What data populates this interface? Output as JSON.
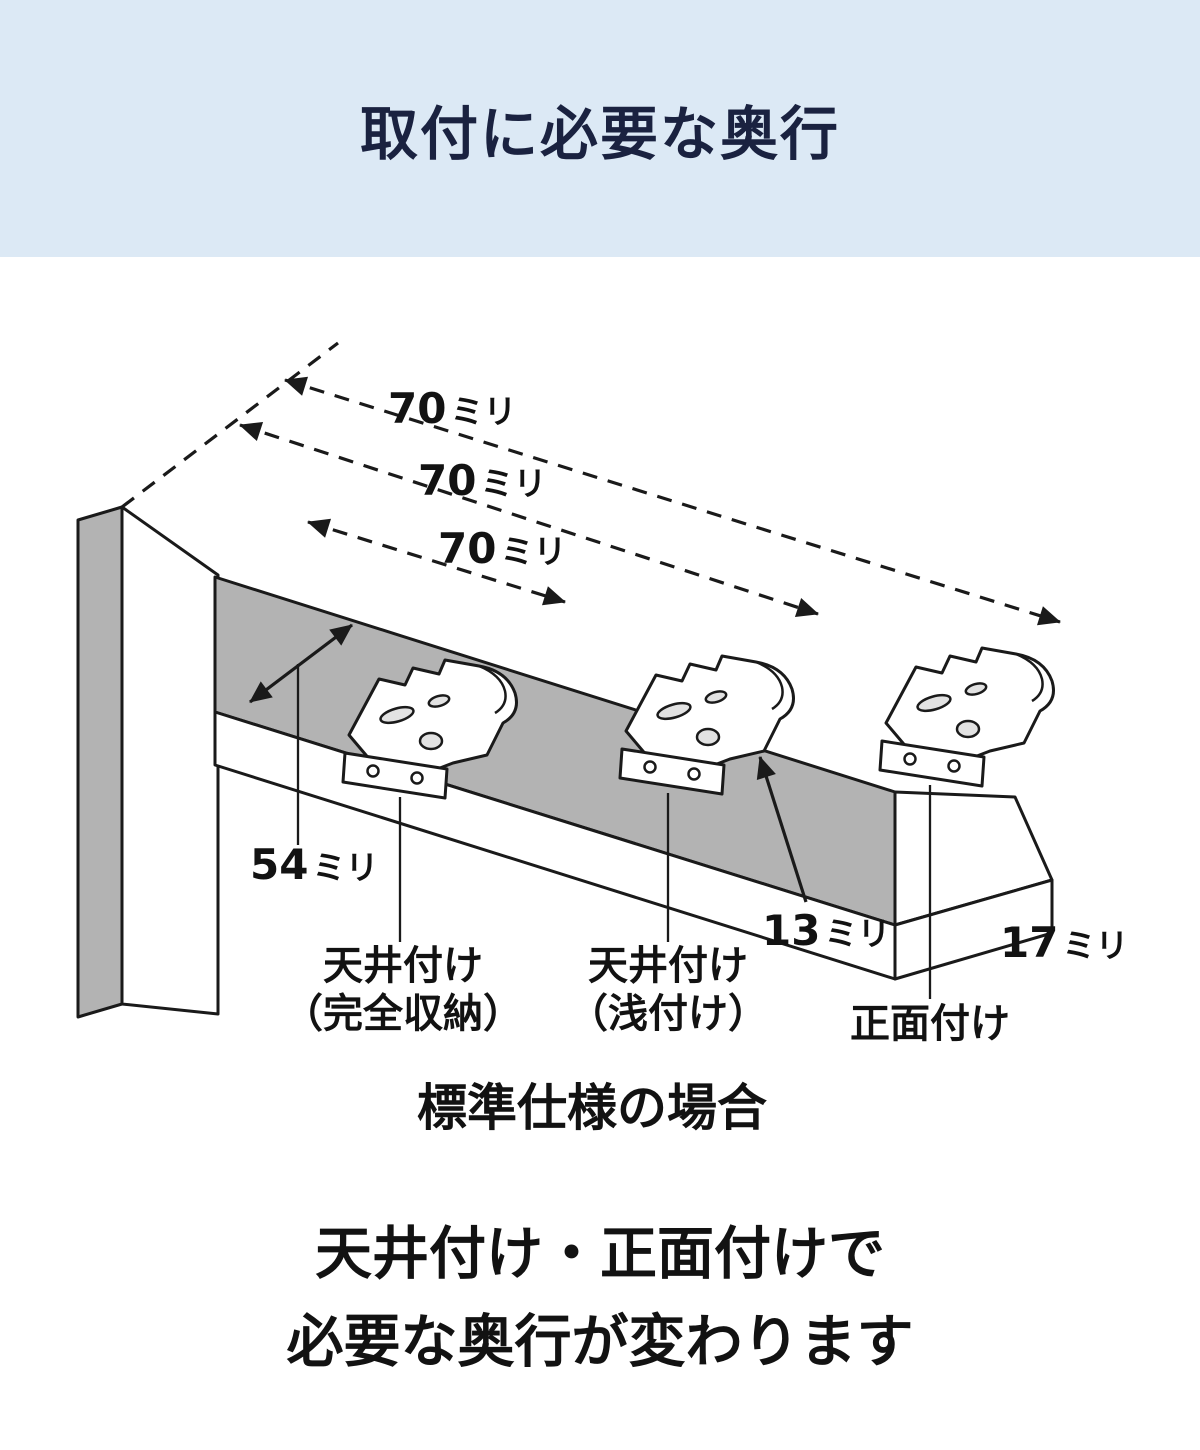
{
  "header": {
    "title": "取付に必要な奥行",
    "band_color": "#dce9f5",
    "title_color": "#1a2240"
  },
  "diagram": {
    "colors": {
      "surface_gray": "#b3b3b3",
      "line_black": "#1a1a1a"
    },
    "depth_labels": [
      {
        "value": "70",
        "unit": "ミリ"
      },
      {
        "value": "70",
        "unit": "ミリ"
      },
      {
        "value": "70",
        "unit": "ミリ"
      }
    ],
    "side_label": {
      "value": "54",
      "unit": "ミリ"
    },
    "clearance_label": {
      "value": "13",
      "unit": "ミリ"
    },
    "lip_label": {
      "value": "17",
      "unit": "ミリ"
    },
    "bracket_labels": [
      {
        "line1": "天井付け",
        "line2": "（完全収納）"
      },
      {
        "line1": "天井付け",
        "line2": "（浅付け）"
      },
      {
        "line1": "正面付け",
        "line2": ""
      }
    ],
    "caption": "標準仕様の場合"
  },
  "footer": {
    "line1": "天井付け・正面付けで",
    "line2": "必要な奥行が変わります"
  }
}
